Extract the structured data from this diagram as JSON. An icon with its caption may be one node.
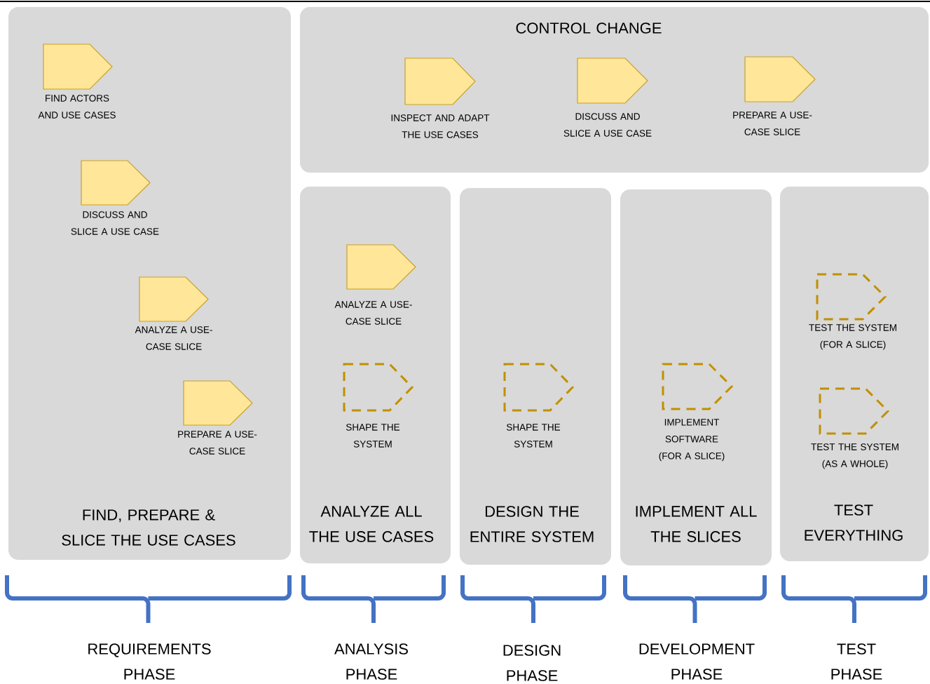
{
  "diagram": {
    "nodes": [
      {
        "text": [
          "FIND, PREPARE & SLICE THE USE CASES"
        ]
      },
      {
        "text": [
          "FIND ACTORS AND USE CASES"
        ],
        "in": 0
      },
      {
        "text": [
          "DISCUSS AND SLICE A USE CASE"
        ],
        "in": 0
      },
      {
        "text": [
          "ANALYZE A USE-CASE SLICE"
        ],
        "in": 0
      },
      {
        "text": [
          "PREPARE A USE-CASE SLICE"
        ],
        "in": 0
      },
      {
        "text": [
          "CONTROL CHANGE"
        ]
      },
      {
        "text": [
          "INSPECT AND ADAPT THE USE CASES"
        ],
        "in": 5
      },
      {
        "text": [
          "DISCUSS AND SLICE A USE CASE"
        ],
        "in": 5
      },
      {
        "text": [
          "PREPARE A USE-CASE SLICE"
        ],
        "in": 5
      },
      {
        "text": [
          "ANALYZE ALL THE USE CASES"
        ]
      },
      {
        "text": [
          "ANALYZE A USE-CASE SLICE"
        ],
        "in": 9
      },
      {
        "text": [
          "SHAPE THE SYSTEM"
        ],
        "in": 9
      },
      {
        "text": [
          "DESIGN THE ENTIRE SYSTEM"
        ]
      },
      {
        "text": [
          "SHAPE THE SYSTEM"
        ],
        "in": 12
      },
      {
        "text": [
          "IMPLEMENT ALL THE SLICES"
        ]
      },
      {
        "text": [
          "IMPLEMENT SOFTWARE (FOR A SLICE)"
        ],
        "in": 14
      },
      {
        "text": [
          "TEST EVERYTHING"
        ]
      },
      {
        "text": [
          "TEST THE SYSTEM (FOR A SLICE)"
        ],
        "in": 16
      },
      {
        "text": [
          "TEST THE SYSTEM (AS A WHOLE)"
        ],
        "in": 16
      }
    ],
    "labels": [
      "REQUIREMENTS PHASE",
      "ANALYSIS PHASE",
      "DESIGN PHASE",
      "DEVELOPMENT PHASE",
      "TEST PHASE"
    ]
  }
}
